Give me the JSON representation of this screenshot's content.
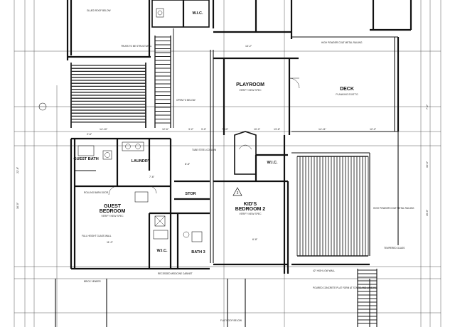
{
  "rooms": {
    "playroom": "PLAYROOM",
    "deck": "DECK",
    "guest_bath": "GUEST BATH",
    "laundry": "LAUNDRY",
    "guest_bedroom_l1": "GUEST",
    "guest_bedroom_l2": "BEDROOM",
    "stor": "STOR",
    "kids_bedroom_l1": "KID'S",
    "kids_bedroom_l2": "BEDROOM 2",
    "wic_top": "W.I.C.",
    "wic_right": "W.I.C.",
    "wic_bottom": "W.I.C.",
    "bath3": "BATH 3"
  },
  "room_notes": {
    "playroom": "VERIFY NEW SPEC",
    "deck": "PLANKING EXIST'G",
    "guest_bedroom": "VERIFY NEW SPEC",
    "kids_bedroom": "VERIFY NEW SPEC"
  },
  "notes": {
    "glued_roof": "GLUED ROOF BELOW",
    "truss_below": "TRUSS TO BE STRUCTURAL",
    "stair_up": "OPEN TO BELOW",
    "high_powder": "HIGH POWDER COAT METAL RAILING",
    "tube_steel": "TUBE STEEL COLUMN",
    "rolling_door": "ROLLING BARN DOOR",
    "full_height": "FULL HEIGHT GLASS WALL",
    "brick_veneer": "BRICK VENEER",
    "med_cabinet": "RECESSED MEDICINE CABINET",
    "flat_roof": "FLAT ROOF BELOW",
    "paved": "POURED CONCRETE PLAT FORM AT STAIRS AND LANDING",
    "rail_deck": "HIGH POWDER COAT METAL RAILING",
    "low_wall": "42\" HIGH LOW WALL",
    "tempered": "TEMPERED GLASS"
  },
  "marker": "3",
  "dims": {
    "d1": "14'-10\"",
    "d2": "12'-6\"",
    "d3": "13'-2\"",
    "d4": "9'-0\"",
    "d5": "10'-0\"",
    "d6": "14'-11\"",
    "d7": "12'-2\"",
    "d8": "11'-0\"",
    "d9": "6'-8\"",
    "d10": "8'-8\"",
    "d11": "7'-6\"",
    "d12": "13'-8\"",
    "d13": "2'-6\"",
    "d14": "7'-10\"",
    "d15": "3'-2\"",
    "d16": "16'-0\"",
    "d17": "22'-6\"",
    "d18": "33'-0\"",
    "d19": "7'-2\"",
    "d20": "15'-0\""
  }
}
